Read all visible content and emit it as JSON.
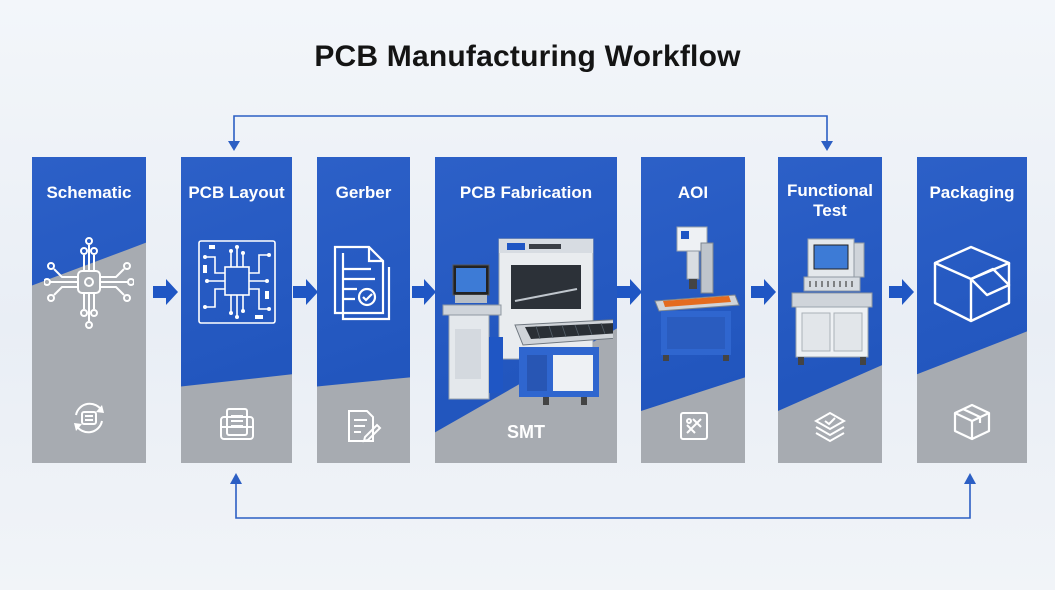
{
  "title": "PCB Manufacturing Workflow",
  "stages": [
    {
      "label": "Schematic",
      "main_icon": "circuit-schematic-icon",
      "sub_icon": "cycle-gear-icon"
    },
    {
      "label": "PCB Layout",
      "main_icon": "pcb-layout-icon",
      "sub_icon": "document-stack-icon"
    },
    {
      "label": "Gerber",
      "main_icon": "gerber-file-icon",
      "sub_icon": "document-edit-icon"
    },
    {
      "label": "PCB Fabrication",
      "main_icon": "smt-machine-icon",
      "sublabel": "SMT"
    },
    {
      "label": "AOI",
      "main_icon": "aoi-machine-icon",
      "sub_icon": "inspection-chip-icon"
    },
    {
      "label": "Functional\nTest",
      "main_icon": "test-station-icon",
      "sub_icon": "layers-icon"
    },
    {
      "label": "Packaging",
      "main_icon": "package-box-icon",
      "sub_icon": "small-box-icon"
    }
  ],
  "colors": {
    "panel_blue": "#1f56c4",
    "panel_gray": "#a7abb1",
    "arrow_blue": "#1f56c4",
    "loop_line": "#2c5fc4"
  }
}
